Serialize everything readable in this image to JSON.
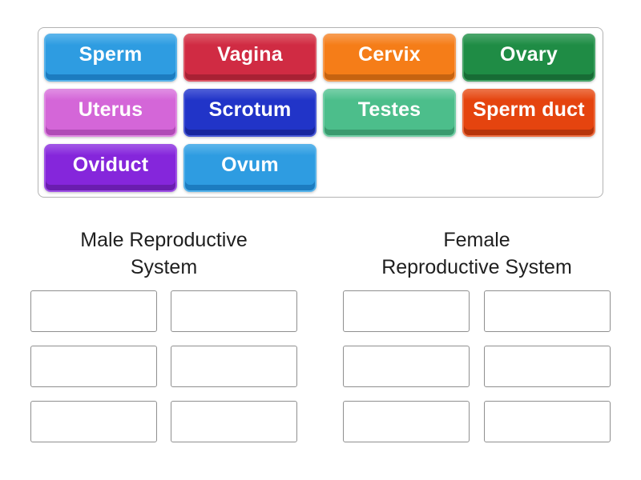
{
  "page": {
    "background": "#ffffff"
  },
  "tray": {
    "border_color": "#b3b3b3",
    "tiles": [
      {
        "label": "Sperm",
        "fill": "#2E9CE1",
        "light": "#58B3EA",
        "dark": "#1C7CC0"
      },
      {
        "label": "Vagina",
        "fill": "#D02B43",
        "light": "#DC5665",
        "dark": "#A82134"
      },
      {
        "label": "Cervix",
        "fill": "#F57D18",
        "light": "#F79A4E",
        "dark": "#C66310"
      },
      {
        "label": "Ovary",
        "fill": "#1F8C45",
        "light": "#47A468",
        "dark": "#176C35"
      },
      {
        "label": "Uterus",
        "fill": "#D466D8",
        "light": "#DF8AE2",
        "dark": "#B04BB6"
      },
      {
        "label": "Scrotum",
        "fill": "#2134C8",
        "light": "#4A5AD6",
        "dark": "#19279E"
      },
      {
        "label": "Testes",
        "fill": "#4CBE8B",
        "light": "#73CEA6",
        "dark": "#3A9A6E"
      },
      {
        "label": "Sperm duct",
        "fill": "#E5440F",
        "light": "#EC6F43",
        "dark": "#B7350B"
      },
      {
        "label": "Oviduct",
        "fill": "#8526DB",
        "light": "#9F53E5",
        "dark": "#6A1DAF"
      },
      {
        "label": "Ovum",
        "fill": "#2E9CE1",
        "light": "#58B3EA",
        "dark": "#1C7CC0"
      }
    ]
  },
  "groups": [
    {
      "id": "male",
      "title": "Male Reproductive System",
      "title_lines": [
        "Male Reproductive",
        "System"
      ],
      "slot_count": 6
    },
    {
      "id": "female",
      "title": "Female Reproductive System",
      "title_lines": [
        "Female",
        "Reproductive System"
      ],
      "slot_count": 6
    }
  ],
  "slot_style": {
    "border_color": "#8f8f8f",
    "background": "#ffffff"
  },
  "text_color": "#1f1f1f"
}
